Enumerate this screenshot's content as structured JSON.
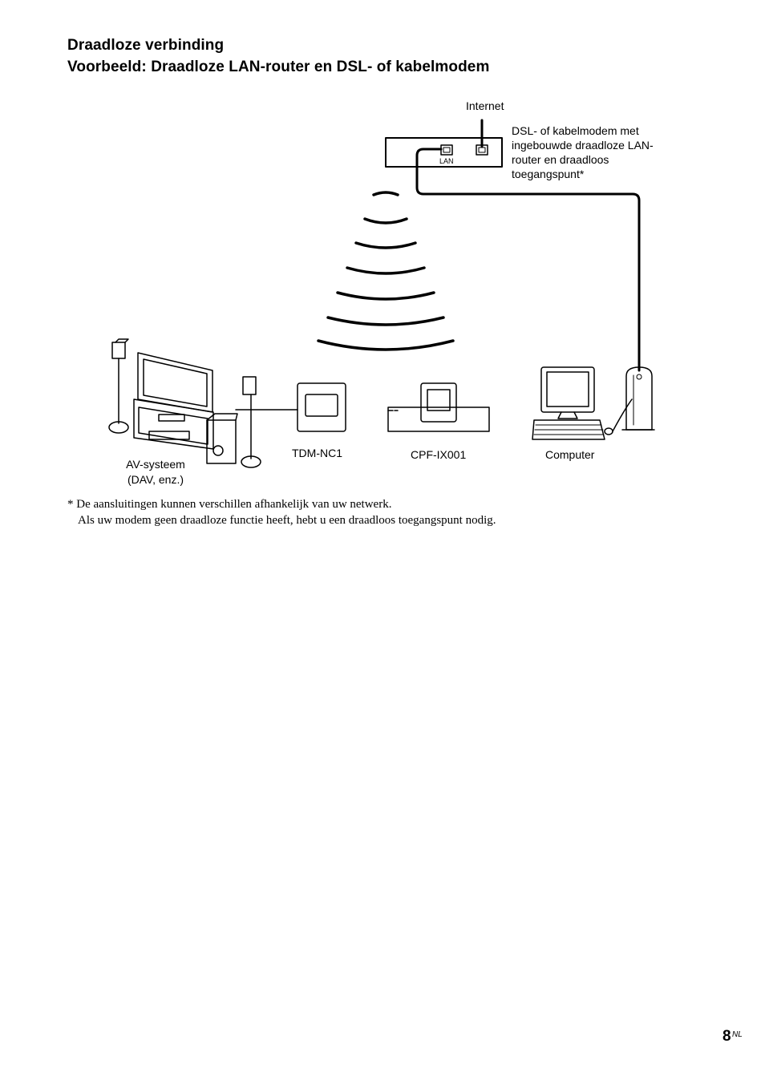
{
  "document": {
    "title": "Draadloze verbinding",
    "subtitle": "Voorbeeld: Draadloze LAN-router en DSL- of kabelmodem"
  },
  "diagram": {
    "internet_label": "Internet",
    "modem_label_lines": [
      "DSL- of kabelmodem met",
      "ingebouwde draadloze LAN-",
      "router en draadloos",
      "toegangspunt*"
    ],
    "lan_port_label": "LAN",
    "devices": {
      "av_system_line1": "AV-systeem",
      "av_system_line2": "(DAV, enz.)",
      "tdm": "TDM-NC1",
      "cpf": "CPF-IX001",
      "computer": "Computer"
    }
  },
  "footnote": {
    "line1": "* De aansluitingen kunnen verschillen afhankelijk van uw netwerk.",
    "line2": "Als uw modem geen draadloze functie heeft, hebt u een draadloos toegangspunt nodig."
  },
  "page": {
    "number": "8",
    "suffix": "NL"
  }
}
